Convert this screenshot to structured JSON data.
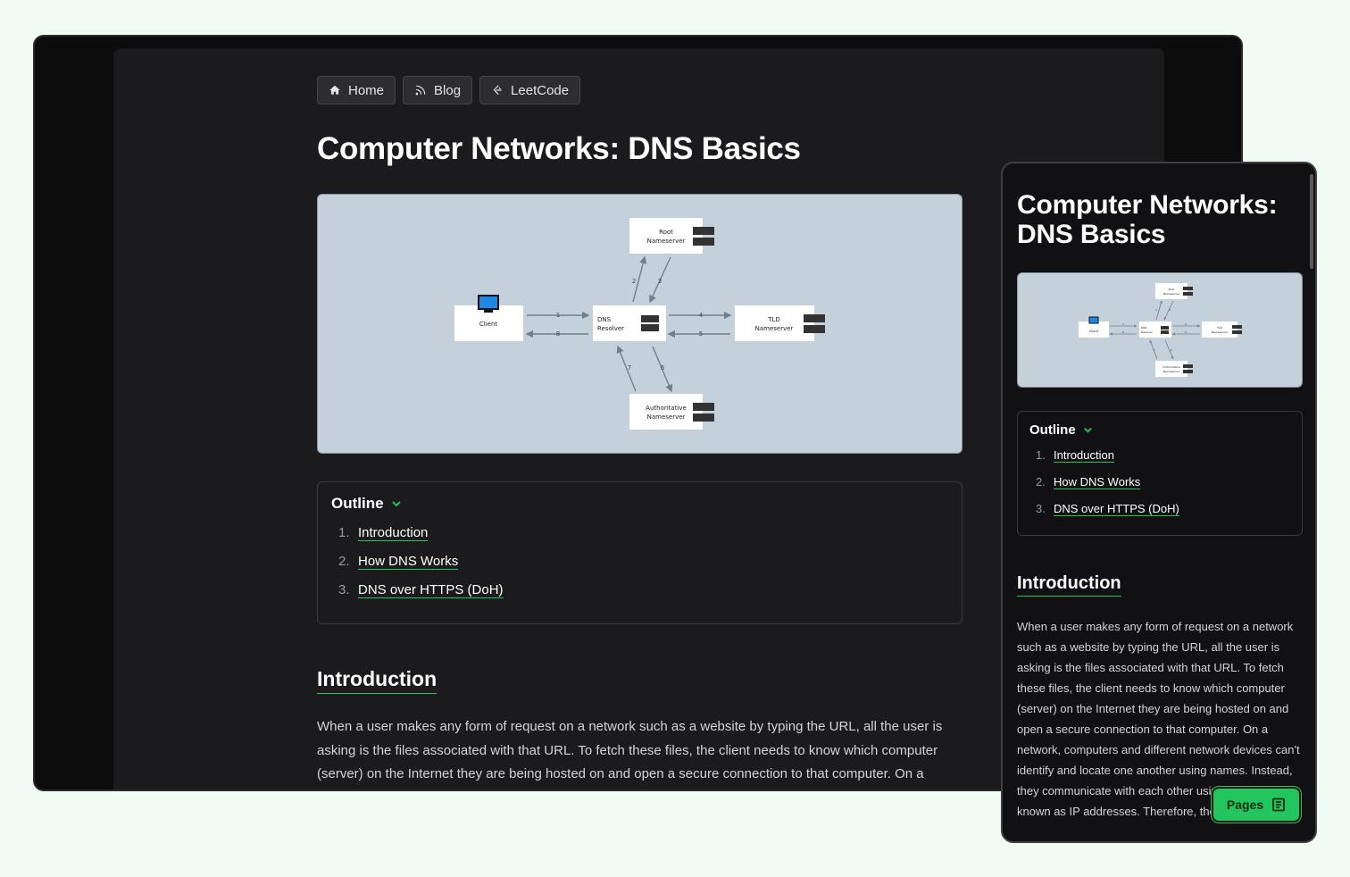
{
  "nav": {
    "home": "Home",
    "blog": "Blog",
    "leetcode": "LeetCode"
  },
  "article": {
    "title": "Computer Networks: DNS Basics",
    "mobile_title_line1": "Computer Networks:",
    "mobile_title_line2": "DNS Basics"
  },
  "diagram": {
    "nodes": {
      "client": "Client",
      "resolver_line1": "DNS",
      "resolver_line2": "Resolver",
      "root_line1": "Root",
      "root_line2": "Nameserver",
      "tld_line1": "TLD",
      "tld_line2": "Nameserver",
      "auth_line1": "Authoritative",
      "auth_line2": "Nameserver"
    },
    "steps": [
      "1",
      "2",
      "3",
      "4",
      "5",
      "6",
      "7",
      "8"
    ]
  },
  "outline": {
    "title": "Outline",
    "items": [
      {
        "num": "1.",
        "label": "Introduction"
      },
      {
        "num": "2.",
        "label": "How DNS Works"
      },
      {
        "num": "3.",
        "label": "DNS over HTTPS (DoH)"
      }
    ]
  },
  "intro": {
    "heading": "Introduction",
    "desktop_text": "When a user makes any form of request on a network such as a website by typing the URL, all the user is asking is the files associated with that URL. To fetch these files, the client needs to know which computer (server) on the Internet they are being hosted on and open a secure connection to that computer. On a network, computers and different network devices can't identify and locate one another using names.",
    "mobile_text": "When a user makes any form of request on a network such as a website by typing the URL, all the user is asking is the files associated with that URL. To fetch these files, the client needs to know which computer (server) on the Internet they are being hosted on and open a secure connection to that computer. On a network, computers and different network devices can't identify and locate one another using names. Instead, they communicate with each other using numbers known as IP addresses. Therefore, the client needs to"
  },
  "pages_button": "Pages",
  "colors": {
    "accent": "#22c55e",
    "page_bg": "#effbf3",
    "diagram_bg": "#c4d1db"
  }
}
